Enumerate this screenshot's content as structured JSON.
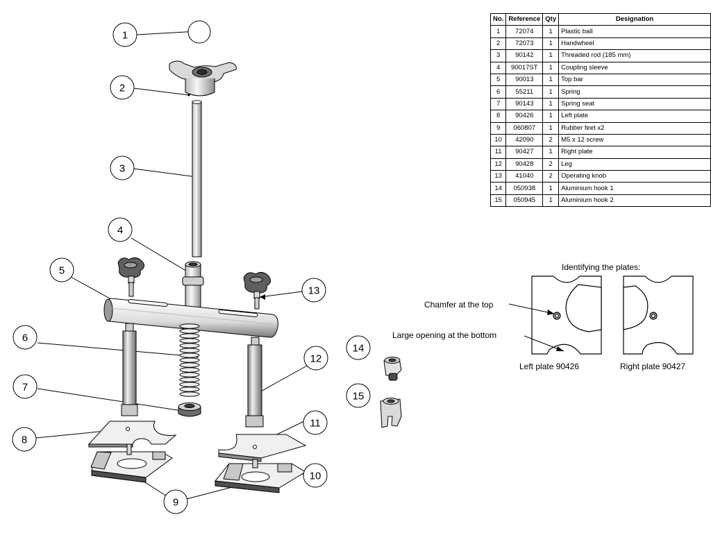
{
  "bom": {
    "headers": {
      "no": "No.",
      "reference": "Reference",
      "qty": "Qty",
      "designation": "Designation"
    },
    "rows": [
      {
        "no": "1",
        "reference": "72074",
        "qty": "1",
        "designation": "Plastic ball"
      },
      {
        "no": "2",
        "reference": "72073",
        "qty": "1",
        "designation": "Handwheel"
      },
      {
        "no": "3",
        "reference": "90142",
        "qty": "1",
        "designation": "Threaded rod (185 mm)"
      },
      {
        "no": "4",
        "reference": "90017ST",
        "qty": "1",
        "designation": "Coupling sleeve"
      },
      {
        "no": "5",
        "reference": "90013",
        "qty": "1",
        "designation": "Top bar"
      },
      {
        "no": "6",
        "reference": "55211",
        "qty": "1",
        "designation": "Spring"
      },
      {
        "no": "7",
        "reference": "90143",
        "qty": "1",
        "designation": "Spring seat"
      },
      {
        "no": "8",
        "reference": "90426",
        "qty": "1",
        "designation": "Left plate"
      },
      {
        "no": "9",
        "reference": "060807",
        "qty": "1",
        "designation": "Rubber feet x2"
      },
      {
        "no": "10",
        "reference": "42090",
        "qty": "2",
        "designation": "M5 x 12 screw"
      },
      {
        "no": "11",
        "reference": "90427",
        "qty": "1",
        "designation": "Right plate"
      },
      {
        "no": "12",
        "reference": "90428",
        "qty": "2",
        "designation": "Leg"
      },
      {
        "no": "13",
        "reference": "41040",
        "qty": "2",
        "designation": "Operating knob"
      },
      {
        "no": "14",
        "reference": "050938",
        "qty": "1",
        "designation": "Aluminium hook 1"
      },
      {
        "no": "15",
        "reference": "050945",
        "qty": "1",
        "designation": "Aluminium hook 2"
      }
    ]
  },
  "callouts": [
    "1",
    "2",
    "3",
    "4",
    "5",
    "6",
    "7",
    "8",
    "9",
    "10",
    "11",
    "12",
    "13",
    "14",
    "15"
  ],
  "plates": {
    "title": "Identifying the plates:",
    "chamfer_label": "Chamfer at the top",
    "opening_label": "Large opening at the bottom",
    "left_caption": "Left plate 90426",
    "right_caption": "Right plate 90427"
  },
  "colors": {
    "line": "#000000",
    "part_fill": "#f2f2f2",
    "shade": "#555555"
  }
}
